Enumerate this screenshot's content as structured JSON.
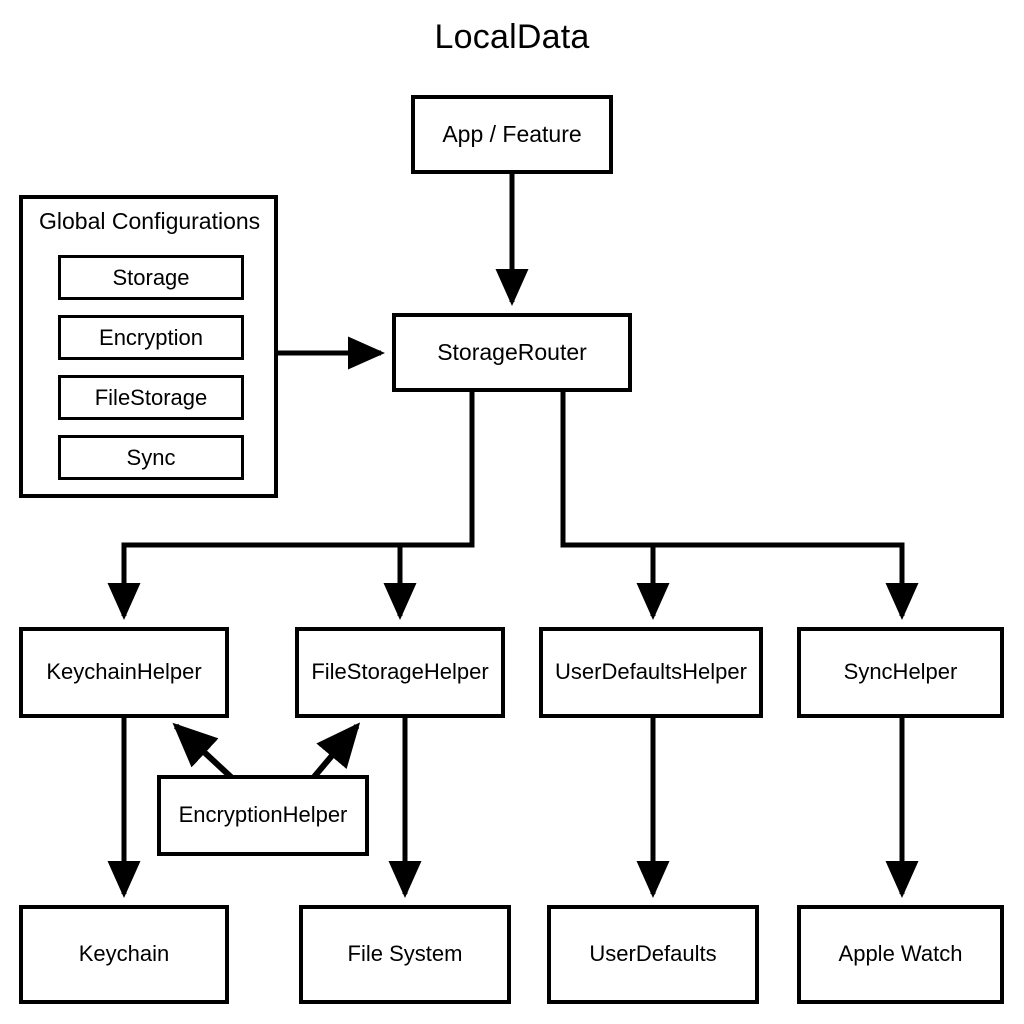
{
  "diagram": {
    "title": "LocalData",
    "type": "architecture-flow-diagram",
    "background_color": "#ffffff",
    "line_color": "#000000"
  },
  "global_configurations": {
    "title": "Global Configurations",
    "items": [
      {
        "label": "Storage"
      },
      {
        "label": "Encryption"
      },
      {
        "label": "FileStorage"
      },
      {
        "label": "Sync"
      }
    ]
  },
  "nodes": {
    "app": {
      "label": "App / Feature"
    },
    "router": {
      "label": "StorageRouter"
    },
    "keychain_helper": {
      "label": "KeychainHelper"
    },
    "filestorage_helper": {
      "label": "FileStorageHelper"
    },
    "userdefaults_helper": {
      "label": "UserDefaultsHelper"
    },
    "sync_helper": {
      "label": "SyncHelper"
    },
    "encryption_helper": {
      "label": "EncryptionHelper"
    },
    "keychain": {
      "label": "Keychain"
    },
    "filesystem": {
      "label": "File System"
    },
    "userdefaults": {
      "label": "UserDefaults"
    },
    "apple_watch": {
      "label": "Apple Watch"
    }
  },
  "edges": [
    {
      "from": "app",
      "to": "router",
      "style": "arrow-down"
    },
    {
      "from": "global_configurations",
      "to": "router",
      "style": "arrow-right"
    },
    {
      "from": "router",
      "to": "keychain_helper",
      "style": "arrow-elbow-down"
    },
    {
      "from": "router",
      "to": "filestorage_helper",
      "style": "arrow-elbow-down"
    },
    {
      "from": "router",
      "to": "userdefaults_helper",
      "style": "arrow-elbow-down"
    },
    {
      "from": "router",
      "to": "sync_helper",
      "style": "arrow-elbow-down"
    },
    {
      "from": "keychain_helper",
      "to": "keychain",
      "style": "arrow-down"
    },
    {
      "from": "filestorage_helper",
      "to": "filesystem",
      "style": "arrow-down"
    },
    {
      "from": "userdefaults_helper",
      "to": "userdefaults",
      "style": "arrow-down"
    },
    {
      "from": "sync_helper",
      "to": "apple_watch",
      "style": "arrow-down"
    },
    {
      "from": "encryption_helper",
      "to": "keychain_helper",
      "style": "arrow-diagonal-up-left"
    },
    {
      "from": "encryption_helper",
      "to": "filestorage_helper",
      "style": "arrow-diagonal-up-right"
    }
  ]
}
